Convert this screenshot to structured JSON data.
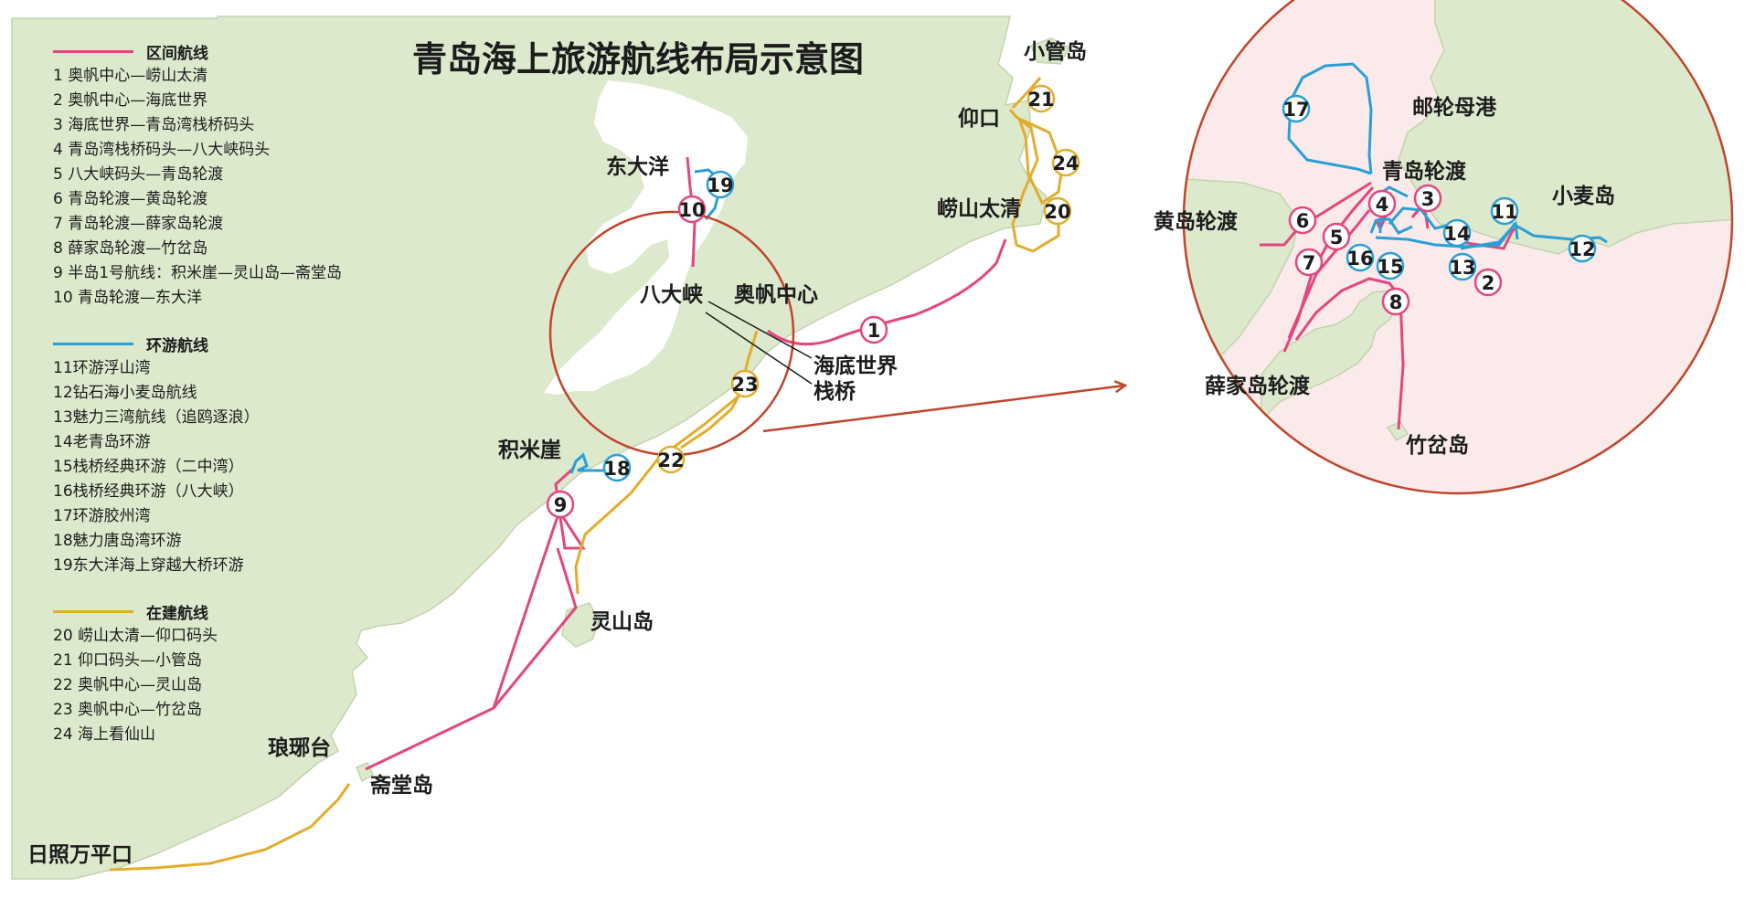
{
  "map": {
    "title": "青岛海上旅游航线布局示意图",
    "colors": {
      "land": "#dce9cc",
      "land_stroke": "#c2d4ae",
      "sea": "#ffffff",
      "inset_sea": "#fbeaea",
      "circle": "#c0452c",
      "interval": "#e2477f",
      "tour": "#2a9fd6",
      "building": "#e3ad2b"
    },
    "legend": {
      "interval": {
        "header": "区间航线",
        "items": [
          "1  奥帆中心—崂山太清",
          "2  奥帆中心—海底世界",
          "3  海底世界—青岛湾栈桥码头",
          "4  青岛湾栈桥码头—八大峡码头",
          "5  八大峡码头—青岛轮渡",
          "6  青岛轮渡—黄岛轮渡",
          "7  青岛轮渡—薛家岛轮渡",
          "8  薛家岛轮渡—竹岔岛",
          "9  半岛1号航线：积米崖—灵山岛—斋堂岛",
          "10  青岛轮渡—东大洋"
        ]
      },
      "tour": {
        "header": "环游航线",
        "items": [
          "11环游浮山湾",
          "12钻石海小麦岛航线",
          "13魅力三湾航线（追鸥逐浪）",
          "14老青岛环游",
          "15栈桥经典环游（二中湾）",
          "16栈桥经典环游（八大峡）",
          "17环游胶州湾",
          "18魅力唐岛湾环游",
          "19东大洋海上穿越大桥环游"
        ]
      },
      "building": {
        "header": "在建航线",
        "items": [
          "20  崂山太清—仰口码头",
          "21  仰口码头—小管岛",
          "22  奥帆中心—灵山岛",
          "23  奥帆中心—竹岔岛",
          "24  海上看仙山"
        ]
      }
    },
    "places": {
      "xiaoguandao": "小管岛",
      "yangkou": "仰口",
      "laoshan_taiqing": "崂山太清",
      "dongdayang": "东大洋",
      "badaxia": "八大峡",
      "aofan": "奥帆中心",
      "haidi": "海底世界",
      "zhanqiao": "栈桥",
      "jimiya": "积米崖",
      "lingshandao": "灵山岛",
      "langyatai": "琅琊台",
      "zhaitangdao": "斋堂岛",
      "rizhao": "日照万平口"
    },
    "inset_places": {
      "youlun": "邮轮母港",
      "qingdao_ferry": "青岛轮渡",
      "xiaomai": "小麦岛",
      "huangdao_ferry": "黄岛轮渡",
      "xuejia_ferry": "薛家岛轮渡",
      "zhucha": "竹岔岛"
    },
    "badges": {
      "b1": "1",
      "b9": "9",
      "b10": "10",
      "b18": "18",
      "b19": "19",
      "b20": "20",
      "b21": "21",
      "b22": "22",
      "b23": "23",
      "b24": "24",
      "i2": "2",
      "i3": "3",
      "i4": "4",
      "i5": "5",
      "i6": "6",
      "i7": "7",
      "i8": "8",
      "i11": "11",
      "i12": "12",
      "i13": "13",
      "i14": "14",
      "i15": "15",
      "i16": "16",
      "i17": "17"
    }
  }
}
